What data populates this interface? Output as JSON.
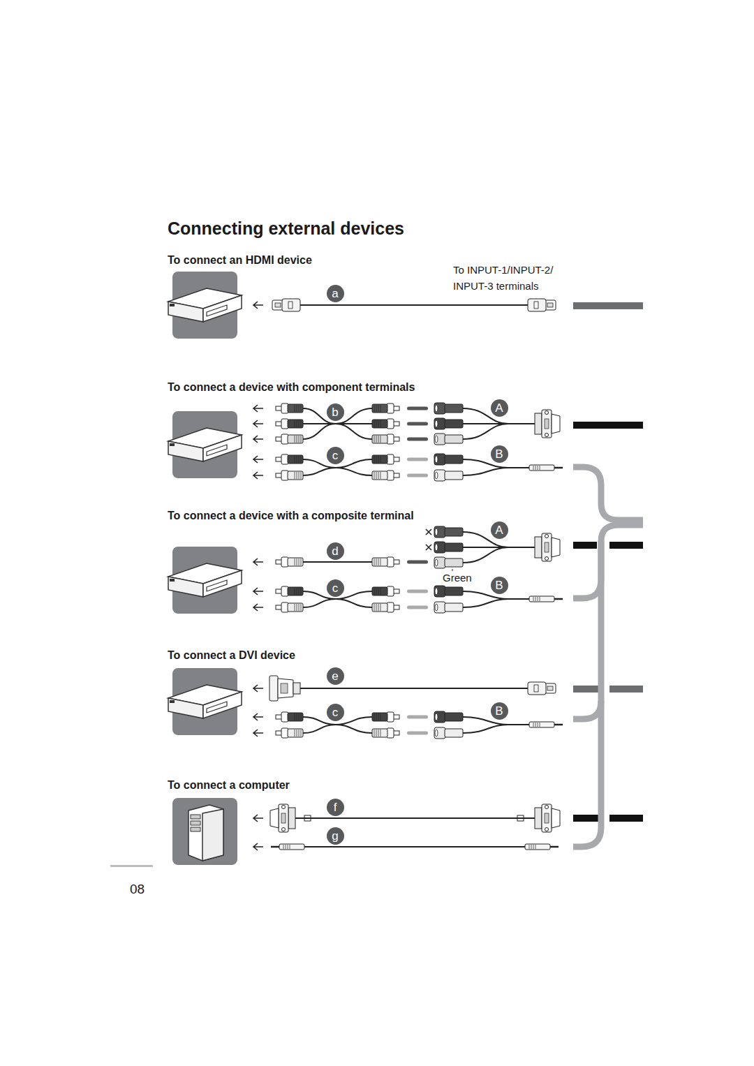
{
  "diagram": {
    "title": "Connecting external devices",
    "nodes": [
      {
        "text": [
          "a"
        ]
      },
      {
        "text": [
          "b"
        ]
      },
      {
        "text": [
          "A"
        ]
      },
      {
        "text": [
          "c"
        ]
      },
      {
        "text": [
          "B"
        ]
      },
      {
        "text": [
          "A"
        ]
      },
      {
        "text": [
          "d"
        ]
      },
      {
        "text": [
          "c"
        ]
      },
      {
        "text": [
          "B"
        ]
      },
      {
        "text": [
          "e"
        ]
      },
      {
        "text": [
          "c"
        ]
      },
      {
        "text": [
          "B"
        ]
      },
      {
        "text": [
          "f"
        ]
      },
      {
        "text": [
          "g"
        ]
      }
    ],
    "labels": [
      "To connect an HDMI device",
      "To INPUT-1/INPUT-2/ INPUT-3 terminals",
      "To connect a device with component terminals",
      "To connect a device with a composite terminal",
      "Green",
      "To connect a DVI device",
      "To connect a computer",
      "08"
    ]
  }
}
